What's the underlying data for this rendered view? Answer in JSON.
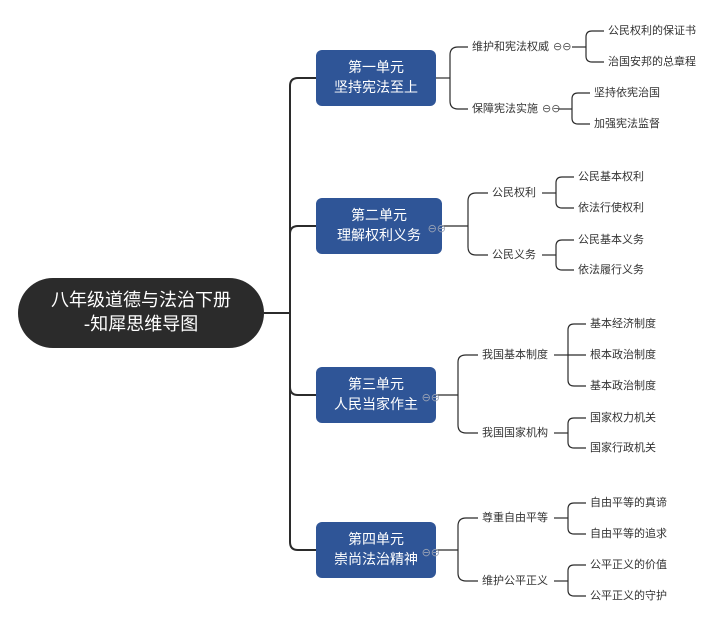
{
  "root": {
    "line1": "八年级道德与法治下册",
    "line2": "-知犀思维导图"
  },
  "units": [
    {
      "line1": "第一单元",
      "line2": "坚持宪法至上",
      "topics": [
        {
          "label": "维护和宪法权威",
          "leaves": [
            "公民权利的保证书",
            "治国安邦的总章程"
          ]
        },
        {
          "label": "保障宪法实施",
          "leaves": [
            "坚持依宪治国",
            "加强宪法监督"
          ]
        }
      ]
    },
    {
      "line1": "第二单元",
      "line2": "理解权利义务",
      "topics": [
        {
          "label": "公民权利",
          "leaves": [
            "公民基本权利",
            "依法行使权利"
          ]
        },
        {
          "label": "公民义务",
          "leaves": [
            "公民基本义务",
            "依法履行义务"
          ]
        }
      ]
    },
    {
      "line1": "第三单元",
      "line2": "人民当家作主",
      "topics": [
        {
          "label": "我国基本制度",
          "leaves": [
            "基本经济制度",
            "根本政治制度",
            "基本政治制度"
          ]
        },
        {
          "label": "我国国家机构",
          "leaves": [
            "国家权力机关",
            "国家行政机关"
          ]
        }
      ]
    },
    {
      "line1": "第四单元",
      "line2": "崇尚法治精神",
      "topics": [
        {
          "label": "尊重自由平等",
          "leaves": [
            "自由平等的真谛",
            "自由平等的追求"
          ]
        },
        {
          "label": "维护公平正义",
          "leaves": [
            "公平正义的价值",
            "公平正义的守护"
          ]
        }
      ]
    }
  ]
}
